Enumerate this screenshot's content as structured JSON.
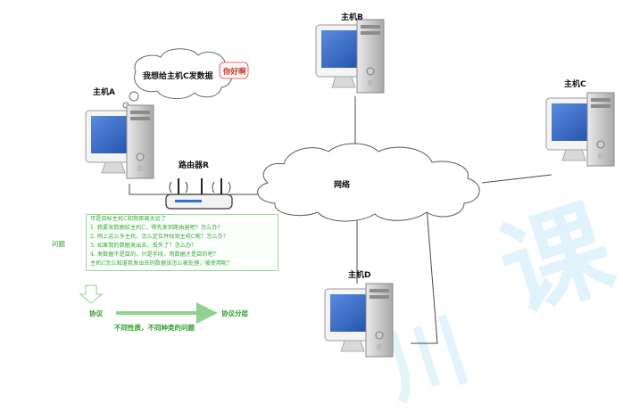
{
  "hosts": {
    "a": "主机A",
    "b": "主机B",
    "c": "主机C",
    "d": "主机D"
  },
  "router": "路由器R",
  "network": "网络",
  "speech": {
    "main": "我想给主机C发数据",
    "hello": "你好啊"
  },
  "problems": {
    "label": "问题",
    "lines": [
      "可是目标主机C和我距离太远了",
      "1.   我要发数据给主机C，得先发到路由器吧？怎么办？",
      "2.   网上这么多主机，怎么定位并找到主机C呢？怎么办？",
      "3.   如果我的数据发出去，丢失了？怎么办？",
      "4.   发数据不是目的，只是手段，用数据才是目的吧？",
      "      主机C怎么知道我发出去的数据该怎么被处理，被使用呢？"
    ]
  },
  "protocol": {
    "left": "协议",
    "right": "协议分层",
    "caption": "不同性质，不同种类的问题"
  },
  "colors": {
    "green": "#3aa83a",
    "red": "#c0392b",
    "monitor_blue": "#1f4fa8",
    "watermark": "#d6eefa"
  }
}
